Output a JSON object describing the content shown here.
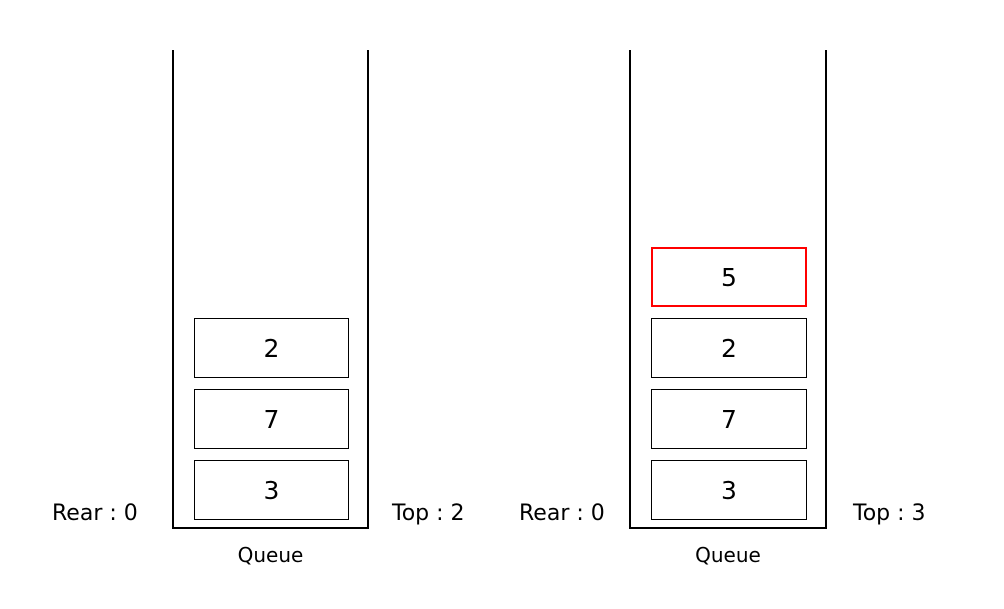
{
  "diagram": {
    "type": "stack-push-comparison",
    "background_color": "#ffffff",
    "text_color": "#000000",
    "highlight_color": "#ff0000",
    "panels": [
      {
        "id": "before",
        "caption": "Queue",
        "rear_label": "Rear : 0",
        "top_label": "Top : 2",
        "cells": [
          {
            "value": "2",
            "highlight": false
          },
          {
            "value": "7",
            "highlight": false
          },
          {
            "value": "3",
            "highlight": false
          }
        ]
      },
      {
        "id": "after",
        "caption": "Queue",
        "rear_label": "Rear : 0",
        "top_label": "Top : 3",
        "cells": [
          {
            "value": "5",
            "highlight": true
          },
          {
            "value": "2",
            "highlight": false
          },
          {
            "value": "7",
            "highlight": false
          },
          {
            "value": "3",
            "highlight": false
          }
        ]
      }
    ]
  }
}
